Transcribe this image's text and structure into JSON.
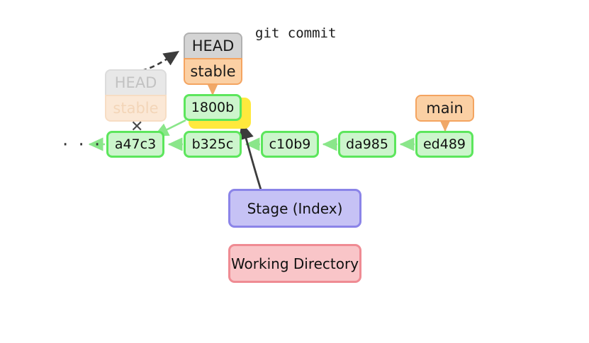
{
  "diagram": {
    "title_label": "git commit",
    "ellipsis": "· · ·",
    "xmark": "✕",
    "colors": {
      "commit_fill": "#ccf5cc",
      "commit_border": "#5ce65c",
      "highlight": "#ffe93d",
      "head_fill": "#d4d4d4",
      "head_border": "#b0b0b0",
      "branch_fill": "#fbd0a4",
      "branch_border": "#f4a460",
      "stage_fill": "#c6c2f5",
      "stage_border": "#8b84e8",
      "working_fill": "#f9c5c8",
      "working_border": "#ef8b93",
      "arrow_commit": "#8ae68a",
      "arrow_dark": "#3c3c3c",
      "arrow_orange": "#f0a868",
      "background": "#ffffff"
    }
  },
  "commits": [
    {
      "id": "a47c3",
      "label": "a47c3"
    },
    {
      "id": "b325c",
      "label": "b325c"
    },
    {
      "id": "c10b9",
      "label": "c10b9"
    },
    {
      "id": "da985",
      "label": "da985"
    },
    {
      "id": "ed489",
      "label": "ed489"
    },
    {
      "id": "1800b",
      "label": "1800b"
    }
  ],
  "refs": {
    "head_new": "HEAD",
    "branch_new": "stable",
    "head_old": "HEAD",
    "branch_old": "stable",
    "main": "main"
  },
  "areas": {
    "stage": "Stage (Index)",
    "working": "Working Directory"
  }
}
